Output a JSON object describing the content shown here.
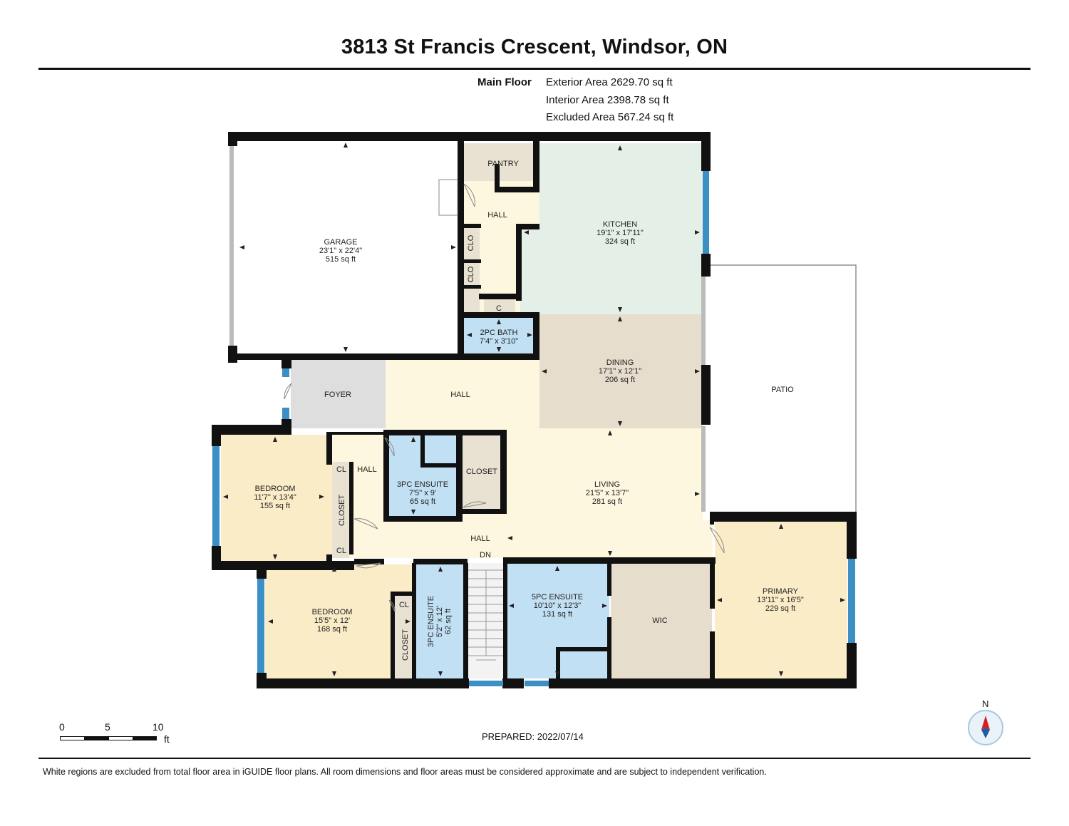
{
  "title": "3813 St Francis Crescent, Windsor, ON",
  "floor": {
    "name": "Main Floor",
    "exterior_area": "Exterior Area 2629.70 sq ft",
    "interior_area": "Interior Area 2398.78 sq ft",
    "excluded_area": "Excluded Area 567.24 sq ft"
  },
  "rooms": {
    "garage": {
      "name": "GARAGE",
      "dims": "23'1\" x 22'4\"",
      "area": "515 sq ft"
    },
    "pantry": {
      "name": "PANTRY"
    },
    "hall_top": {
      "name": "HALL"
    },
    "clo1": {
      "name": "CLO"
    },
    "clo2": {
      "name": "CLO"
    },
    "c": {
      "name": "C"
    },
    "kitchen": {
      "name": "KITCHEN",
      "dims": "19'1\" x 17'11\"",
      "area": "324 sq ft"
    },
    "bath2": {
      "name": "2PC BATH",
      "dims": "7'4\" x 3'10\""
    },
    "dining": {
      "name": "DINING",
      "dims": "17'1\" x 12'1\"",
      "area": "206 sq ft"
    },
    "foyer": {
      "name": "FOYER"
    },
    "hall_mid": {
      "name": "HALL"
    },
    "patio": {
      "name": "PATIO"
    },
    "bedroom1": {
      "name": "BEDROOM",
      "dims": "11'7\" x 13'4\"",
      "area": "155 sq ft"
    },
    "hall_left": {
      "name": "HALL"
    },
    "cl1": {
      "name": "CL"
    },
    "closet_v1": {
      "name": "CLOSET"
    },
    "cl2": {
      "name": "CL"
    },
    "ensuite3a": {
      "name": "3PC ENSUITE",
      "dims": "7'5\" x 9'",
      "area": "65 sq ft"
    },
    "closet_mid": {
      "name": "CLOSET"
    },
    "living": {
      "name": "LIVING",
      "dims": "21'5\" x 13'7\"",
      "area": "281 sq ft"
    },
    "hall_low": {
      "name": "HALL"
    },
    "dn": {
      "name": "DN"
    },
    "bedroom2": {
      "name": "BEDROOM",
      "dims": "15'5\" x 12'",
      "area": "168 sq ft"
    },
    "cl3": {
      "name": "CL"
    },
    "closet_v2": {
      "name": "CLOSET"
    },
    "ensuite3b": {
      "name": "3PC ENSUITE",
      "dims": "5'2\" x 12'",
      "area": "62 sq ft"
    },
    "ensuite5": {
      "name": "5PC ENSUITE",
      "dims": "10'10\" x 12'3\"",
      "area": "131 sq ft"
    },
    "wic": {
      "name": "WIC"
    },
    "primary": {
      "name": "PRIMARY",
      "dims": "13'11\" x 16'5\"",
      "area": "229 sq ft"
    }
  },
  "colors": {
    "wall": "#111111",
    "window": "#3b8fc4",
    "garage": "#ffffff",
    "pantry": "#e9e1d2",
    "hall": "#fdf7df",
    "kitchen": "#e3efe7",
    "bath": "#c2e0f4",
    "dining": "#e6ddcd",
    "foyer": "#dedede",
    "bedroom": "#fbecc8",
    "closet": "#e9e1d2"
  },
  "scale": {
    "t0": "0",
    "t5": "5",
    "t10": "10",
    "unit": "ft"
  },
  "compass": {
    "north": "N"
  },
  "prepared": "PREPARED: 2022/07/14",
  "footer": "White regions are excluded from total floor area in iGUIDE floor plans. All room dimensions and floor areas must be considered approximate and are subject to independent verification."
}
